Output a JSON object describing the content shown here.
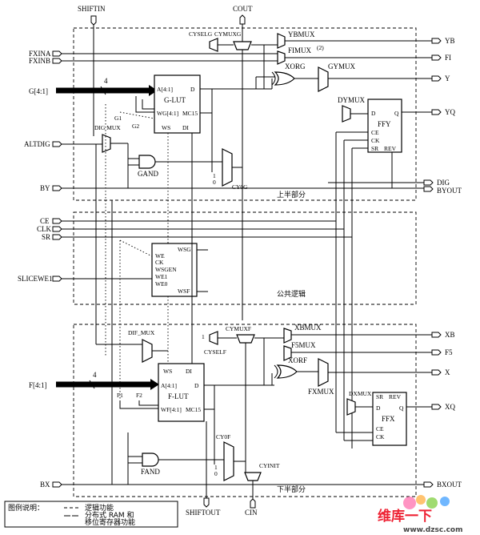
{
  "top_inputs": {
    "shiftin": "SHIFTIN",
    "cout": "COUT"
  },
  "left_inputs": {
    "fxina": "FXINA",
    "fxinb": "FXINB",
    "g_bus": "G[4:1]",
    "altdig": "ALTDIG",
    "by": "BY",
    "ce": "CE",
    "clk": "CLK",
    "sr": "SR",
    "slicewe": "SLICEWE1",
    "f_bus": "F[4:1]",
    "bx": "BX"
  },
  "right_outputs": {
    "yb": "YB",
    "fi": "FI",
    "y": "Y",
    "yq": "YQ",
    "dig": "DIG",
    "byout": "BYOUT",
    "xb": "XB",
    "f5": "F5",
    "x": "X",
    "xq": "XQ",
    "bxout": "BXOUT"
  },
  "bottom_outputs": {
    "shiftout": "SHIFTOUT",
    "cin": "CIN"
  },
  "bus_width": "4",
  "g_lut": {
    "title": "G-LUT",
    "a": "A[4:1]",
    "d": "D",
    "wg": "WG[4:1]",
    "mc15": "MC15",
    "ws": "WS",
    "di": "DI"
  },
  "f_lut": {
    "title": "F-LUT",
    "a": "A[4:1]",
    "d": "D",
    "wf": "WF[4:1]",
    "mc15": "MC15",
    "ws": "WS",
    "di": "DI"
  },
  "ffy": {
    "title": "FFY",
    "d": "D",
    "q": "Q",
    "ce": "CE",
    "ck": "CK",
    "sr": "SR",
    "rev": "REV"
  },
  "ffx": {
    "title": "FFX",
    "d": "D",
    "q": "Q",
    "ce": "CE",
    "ck": "CK",
    "sr": "SR",
    "rev": "REV"
  },
  "ws_gen": {
    "wsg": "WSG",
    "we": "WE",
    "ck": "CK",
    "wsgen": "WSGEN",
    "we1": "WE1",
    "we0": "WE0",
    "wsf": "WSF"
  },
  "upper_mux_labels": {
    "cyselg": "CYSELG",
    "cymuxg": "CYMUXG",
    "ybmux": "YBMUX",
    "fimux": "FIMUX",
    "fimux_note": "(2)",
    "xorg": "XORG",
    "gymux": "GYMUX",
    "dymux": "DYMUX",
    "dig_mux": "DIG MUX",
    "gand": "GAND",
    "cy0g": "CY0G",
    "g1": "G1",
    "g2": "G2",
    "one": "1",
    "zero": "0"
  },
  "lower_mux_labels": {
    "cymuxf": "CYMUXF",
    "cyself": "CYSELF",
    "xbmux": "XBMUX",
    "f5mux": "F5MUX",
    "xorf": "XORF",
    "fxmux": "FXMUX",
    "dxmux": "DXMUX",
    "dif_mux": "DIF_MUX",
    "fand": "FAND",
    "cy0f": "CY0F",
    "cyinit": "CYINIT",
    "f1": "F1",
    "f2": "F2",
    "one": "1",
    "zero": "0",
    "one_b": "1"
  },
  "regions": {
    "upper": "上半部分",
    "common": "公共逻辑",
    "lower": "下半部分"
  },
  "legend": {
    "title": "图例说明：",
    "line1": "逻辑功能",
    "line2": "分布式 RAM 和",
    "line3": "移位寄存器功能"
  },
  "watermark": {
    "brand": "维库一下",
    "url": "www.dzsc.com"
  }
}
